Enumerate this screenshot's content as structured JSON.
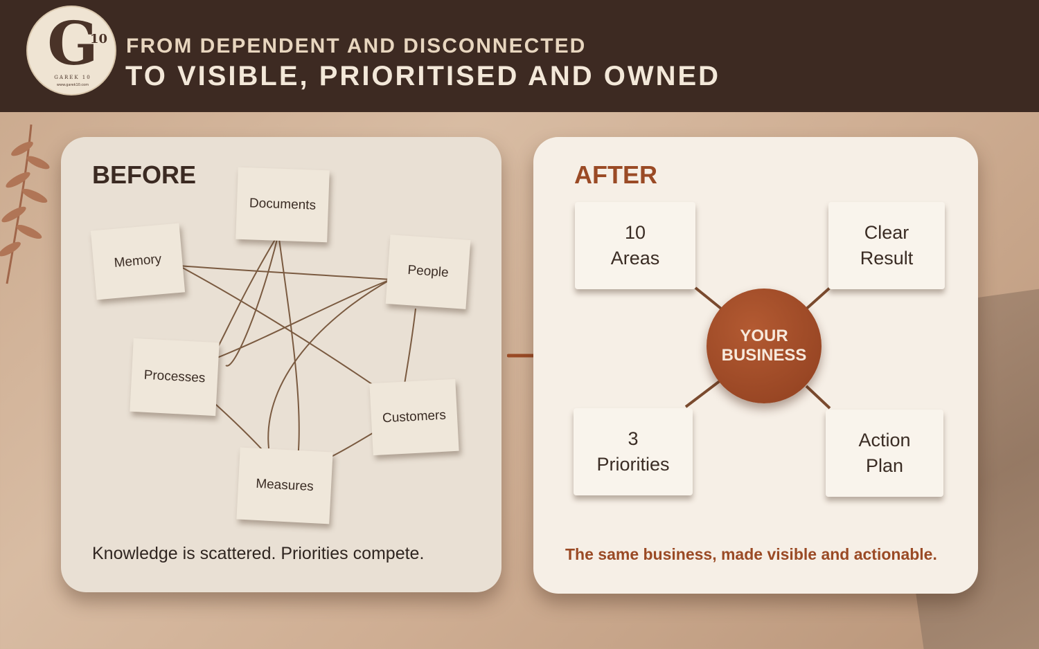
{
  "header": {
    "logo_letter": "G",
    "logo_superscript": "10",
    "logo_brand": "GAREK 10",
    "logo_url": "www.garek10.com",
    "title_line1": "FROM DEPENDENT AND DISCONNECTED",
    "title_line2": "TO VISIBLE, PRIORITISED AND OWNED"
  },
  "before": {
    "title": "BEFORE",
    "notes": [
      "Documents",
      "Memory",
      "People",
      "Processes",
      "Customers",
      "Measures"
    ],
    "caption": "Knowledge is scattered. Priorities compete."
  },
  "after": {
    "title": "AFTER",
    "hub_line1": "YOUR",
    "hub_line2": "BUSINESS",
    "cards": [
      {
        "line1": "10",
        "line2": "Areas"
      },
      {
        "line1": "Clear",
        "line2": "Result"
      },
      {
        "line1": "3",
        "line2": "Priorities"
      },
      {
        "line1": "Action",
        "line2": "Plan"
      }
    ],
    "caption": "The same business, made visible and actionable."
  },
  "colors": {
    "header_bg": "#3d2a22",
    "accent": "#9a4a25",
    "hub": "#a24e2a",
    "wire": "#7a5a40"
  }
}
